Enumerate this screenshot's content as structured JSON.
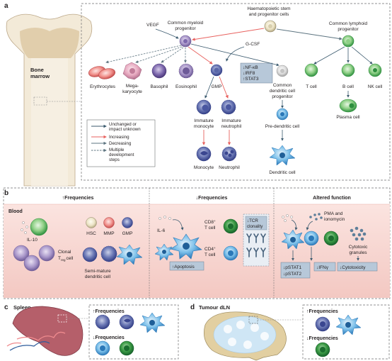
{
  "panels": {
    "a": "a",
    "b": "b",
    "c": "c",
    "d": "d"
  },
  "panel_a": {
    "bone": [
      "Bone",
      "marrow"
    ],
    "hsc": [
      "Haematopoietic stem",
      "and progenitor cells"
    ],
    "cmp": [
      "Common myeloid",
      "progenitor"
    ],
    "clp": [
      "Common lymphoid",
      "progenitor"
    ],
    "vegf": "VEGF",
    "gcsf": "G-CSF",
    "signals": [
      "NF-κB",
      "IRF8",
      "STAT3"
    ],
    "erythrocytes": "Erythrocytes",
    "megakaryocyte": [
      "Mega-",
      "karyocyte"
    ],
    "basophil": "Basophil",
    "eosinophil": "Eosinophil",
    "gmp": "GMP",
    "cdp": [
      "Common",
      "dendritic cell",
      "progenitor"
    ],
    "t_cell": "T cell",
    "b_cell": "B cell",
    "nk_cell": "NK cell",
    "plasma_cell": "Plasma cell",
    "imm_mono": [
      "Immature",
      "monocyte"
    ],
    "imm_neut": [
      "Immature",
      "neutrophil"
    ],
    "pre_dc": "Pre-dendritic cell",
    "monocyte": "Monocyte",
    "neutrophil": "Neutrophil",
    "dc": "Dendritic cell",
    "legend": {
      "unchanged": [
        "Unchanged or",
        "impact unknown"
      ],
      "increasing": "Increasing",
      "decreasing": "Decreasing",
      "multiple": [
        "Multiple",
        "development",
        "steps"
      ]
    }
  },
  "panel_b": {
    "head_freq_up": "Frequencies",
    "head_freq_down": "Frequencies",
    "head_altered": "Altered function",
    "blood": "Blood",
    "il10": "IL-10",
    "hsc": "HSC",
    "mmp": "MMP",
    "gmp": "GMP",
    "clonal": "Clonal",
    "treg_t": "T",
    "treg_sub": "reg",
    "treg_cell": "cell",
    "semi": [
      "Semi-mature",
      "dendritic cell"
    ],
    "il6": "IL-6",
    "cd8": [
      "CD8",
      "T cell"
    ],
    "cd4": [
      "CD4",
      "T cell"
    ],
    "plus": "+",
    "tcr": [
      "TCR",
      "clonality"
    ],
    "apoptosis": "Apoptosis",
    "pma": [
      "PMA and",
      "ionomycin"
    ],
    "cytotoxic": [
      "Cytotoxic",
      "granules"
    ],
    "pstat1": "pSTAT1",
    "pstat2": "pSTAT2",
    "ifng": "IFNγ",
    "cytotoxicity": "Cytotoxicity"
  },
  "panel_c": {
    "title": "Spleen",
    "up": "Frequencies",
    "down": "Frequencies"
  },
  "panel_d": {
    "title": "Tumour dLN",
    "up": "Frequencies",
    "down": "Frequencies"
  },
  "colors": {
    "unchanged": "#3b5a6e",
    "increasing": "#e8625f",
    "decreasing": "#5d7480",
    "blood_band": "#f7d4cf",
    "purple": "#8c6fae",
    "blue": "#2f8fd0",
    "green": "#39a24b"
  }
}
